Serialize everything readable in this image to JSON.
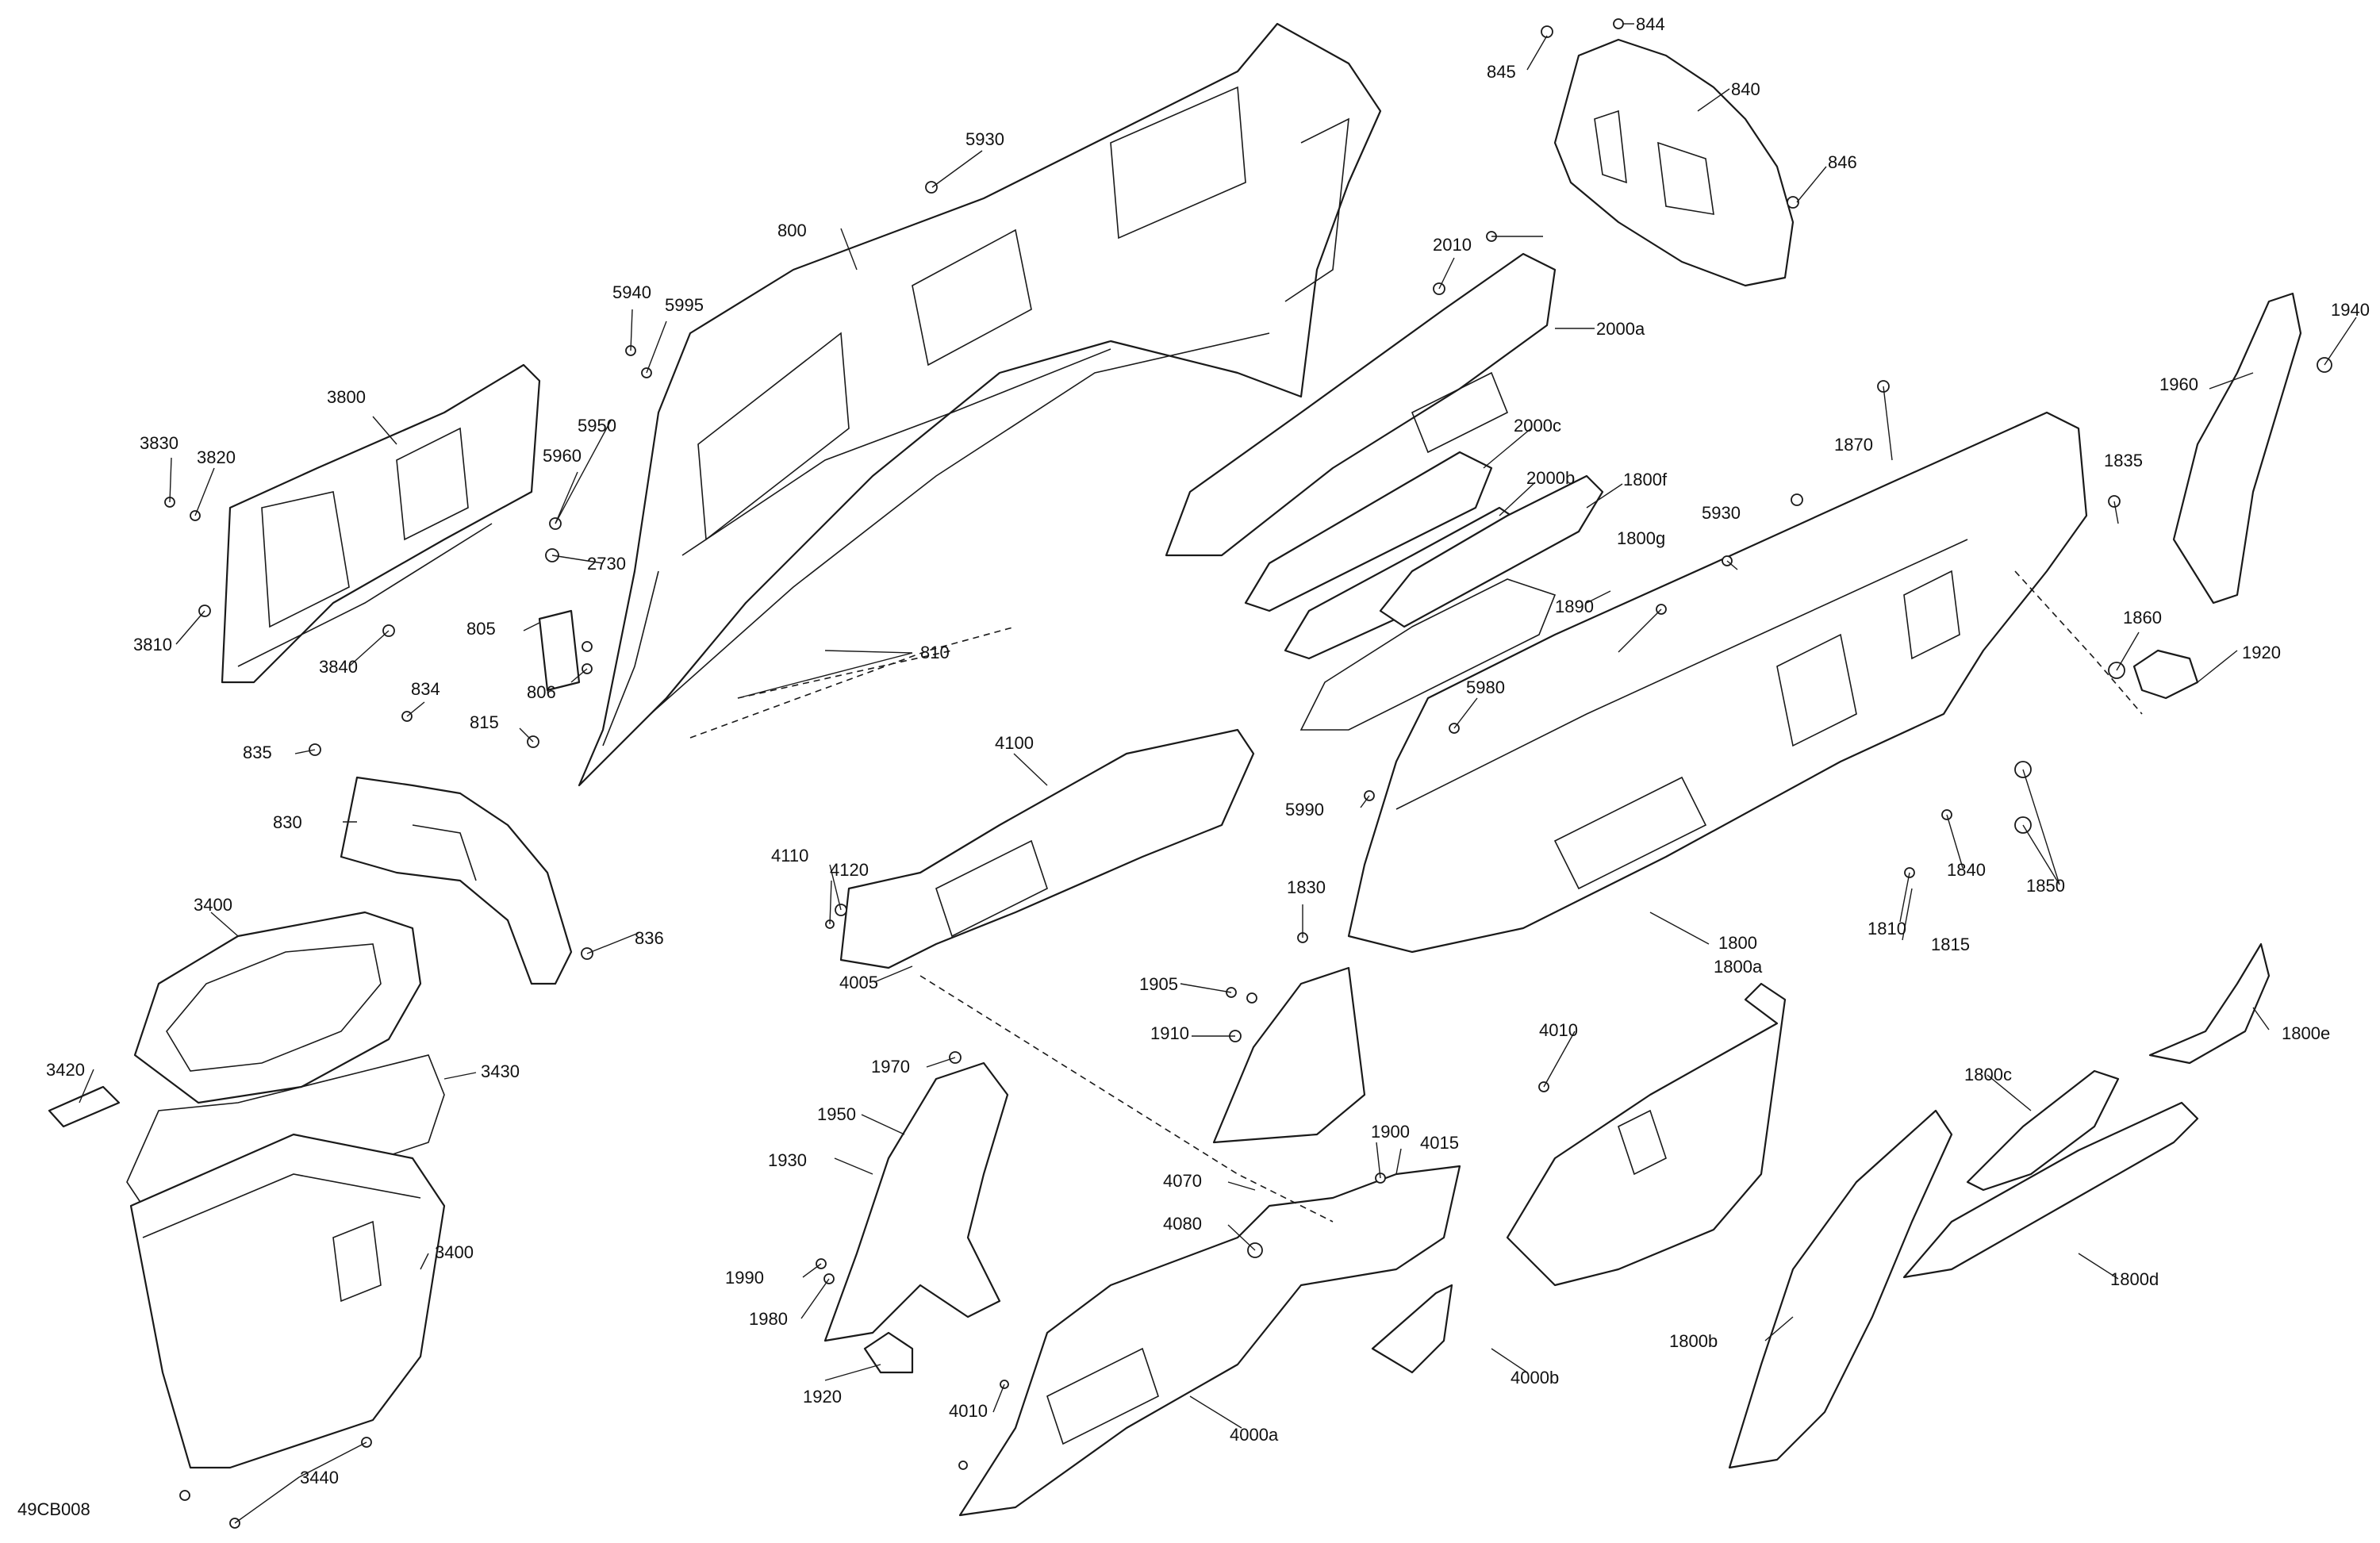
{
  "figure": {
    "reference": "49CB008"
  },
  "callouts": [
    {
      "id": "844",
      "text": "844"
    },
    {
      "id": "845",
      "text": "845"
    },
    {
      "id": "840",
      "text": "840"
    },
    {
      "id": "846",
      "text": "846"
    },
    {
      "id": "5930-top",
      "text": "5930"
    },
    {
      "id": "800",
      "text": "800"
    },
    {
      "id": "2010",
      "text": "2010"
    },
    {
      "id": "2000a",
      "text": "2000a"
    },
    {
      "id": "5940",
      "text": "5940"
    },
    {
      "id": "5995",
      "text": "5995"
    },
    {
      "id": "3800",
      "text": "3800"
    },
    {
      "id": "3830",
      "text": "3830"
    },
    {
      "id": "3820",
      "text": "3820"
    },
    {
      "id": "5950",
      "text": "5950"
    },
    {
      "id": "5960",
      "text": "5960"
    },
    {
      "id": "2730",
      "text": "2730"
    },
    {
      "id": "2000c",
      "text": "2000c"
    },
    {
      "id": "2000b",
      "text": "2000b"
    },
    {
      "id": "1800f",
      "text": "1800f"
    },
    {
      "id": "1870",
      "text": "1870"
    },
    {
      "id": "1960",
      "text": "1960"
    },
    {
      "id": "1940",
      "text": "1940"
    },
    {
      "id": "1835",
      "text": "1835"
    },
    {
      "id": "5930-mid",
      "text": "5930"
    },
    {
      "id": "1800g",
      "text": "1800g"
    },
    {
      "id": "3810",
      "text": "3810"
    },
    {
      "id": "3840",
      "text": "3840"
    },
    {
      "id": "805",
      "text": "805"
    },
    {
      "id": "806",
      "text": "806"
    },
    {
      "id": "810",
      "text": "810"
    },
    {
      "id": "1890",
      "text": "1890"
    },
    {
      "id": "1860",
      "text": "1860"
    },
    {
      "id": "1920-right",
      "text": "1920"
    },
    {
      "id": "834",
      "text": "834"
    },
    {
      "id": "835",
      "text": "835"
    },
    {
      "id": "815",
      "text": "815"
    },
    {
      "id": "5980",
      "text": "5980"
    },
    {
      "id": "4100",
      "text": "4100"
    },
    {
      "id": "830",
      "text": "830"
    },
    {
      "id": "5990",
      "text": "5990"
    },
    {
      "id": "1840",
      "text": "1840"
    },
    {
      "id": "1850",
      "text": "1850"
    },
    {
      "id": "4110",
      "text": "4110"
    },
    {
      "id": "4120",
      "text": "4120"
    },
    {
      "id": "1830",
      "text": "1830"
    },
    {
      "id": "3400-top",
      "text": "3400"
    },
    {
      "id": "836",
      "text": "836"
    },
    {
      "id": "1810",
      "text": "1810"
    },
    {
      "id": "1815",
      "text": "1815"
    },
    {
      "id": "1800",
      "text": "1800"
    },
    {
      "id": "1800a",
      "text": "1800a"
    },
    {
      "id": "4005",
      "text": "4005"
    },
    {
      "id": "1905",
      "text": "1905"
    },
    {
      "id": "1910",
      "text": "1910"
    },
    {
      "id": "4010-mid",
      "text": "4010"
    },
    {
      "id": "1800e",
      "text": "1800e"
    },
    {
      "id": "3420",
      "text": "3420"
    },
    {
      "id": "3430",
      "text": "3430"
    },
    {
      "id": "1970",
      "text": "1970"
    },
    {
      "id": "1800c",
      "text": "1800c"
    },
    {
      "id": "1950",
      "text": "1950"
    },
    {
      "id": "1900",
      "text": "1900"
    },
    {
      "id": "4015",
      "text": "4015"
    },
    {
      "id": "1930",
      "text": "1930"
    },
    {
      "id": "4070",
      "text": "4070"
    },
    {
      "id": "4080",
      "text": "4080"
    },
    {
      "id": "3400-bin",
      "text": "3400"
    },
    {
      "id": "1990",
      "text": "1990"
    },
    {
      "id": "1980",
      "text": "1980"
    },
    {
      "id": "1800d",
      "text": "1800d"
    },
    {
      "id": "1800b",
      "text": "1800b"
    },
    {
      "id": "4000b",
      "text": "4000b"
    },
    {
      "id": "1920-left",
      "text": "1920"
    },
    {
      "id": "4010-bottom",
      "text": "4010"
    },
    {
      "id": "4000a",
      "text": "4000a"
    },
    {
      "id": "3440",
      "text": "3440"
    }
  ]
}
